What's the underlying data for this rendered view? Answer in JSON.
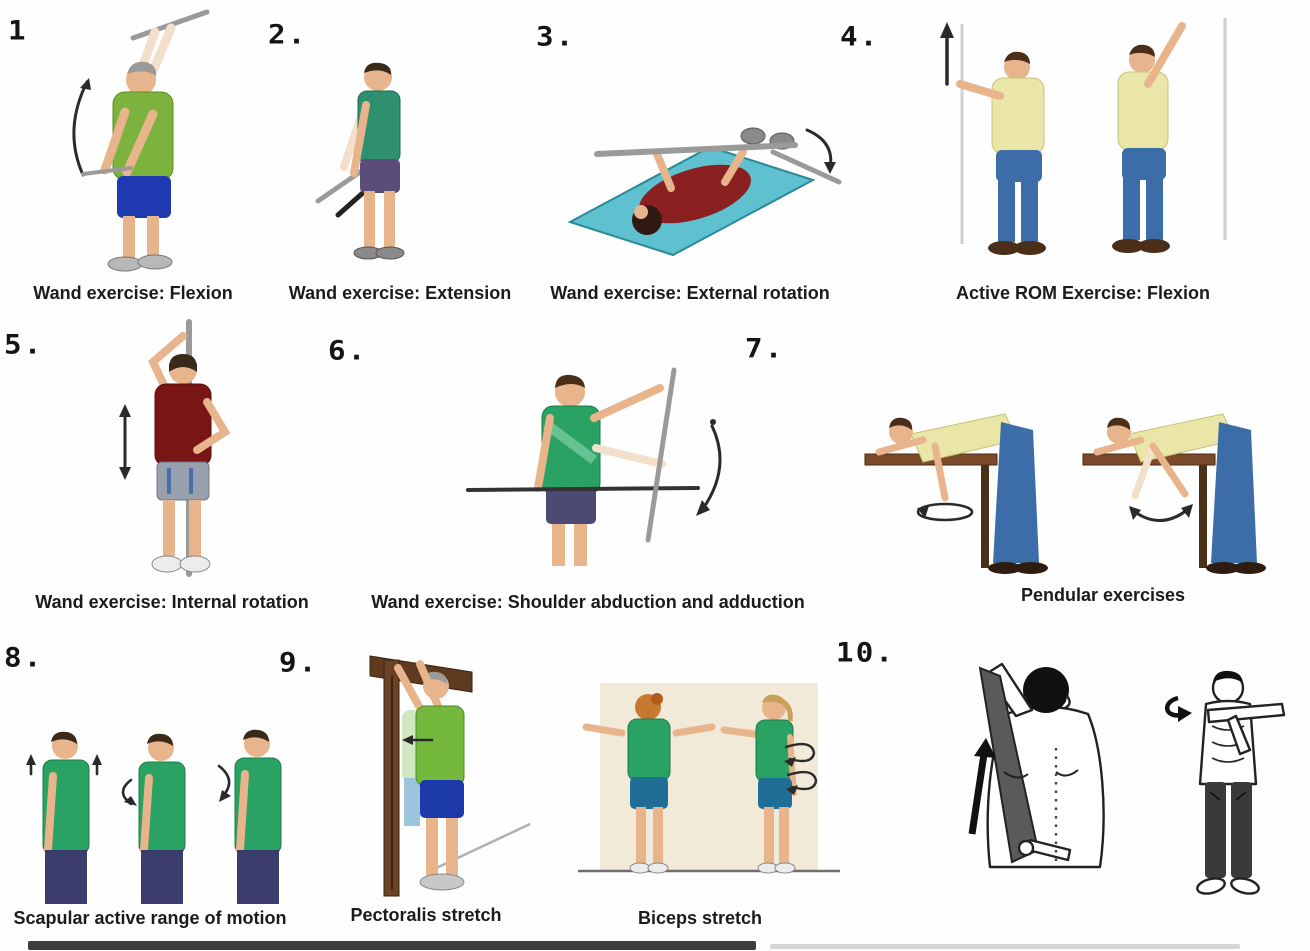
{
  "figure": {
    "description": "Shoulder rehabilitation exercise chart with ten numbered illustrated exercises",
    "background": "#fefefe",
    "panels": [
      {
        "number": "1",
        "caption": "Wand exercise: Flexion"
      },
      {
        "number": "2.",
        "caption": "Wand exercise: Extension"
      },
      {
        "number": "3.",
        "caption": "Wand exercise: External rotation"
      },
      {
        "number": "4.",
        "caption": "Active ROM Exercise: Flexion"
      },
      {
        "number": "5.",
        "caption": "Wand exercise: Internal rotation"
      },
      {
        "number": "6.",
        "caption": "Wand exercise: Shoulder abduction and adduction"
      },
      {
        "number": "7.",
        "caption": "Pendular exercises"
      },
      {
        "number": "8.",
        "caption": "Scapular active range of motion"
      },
      {
        "number": "9.",
        "caption": "Pectoralis stretch"
      },
      {
        "number": "",
        "caption": "Biceps stretch"
      },
      {
        "number": "10.",
        "caption": ""
      }
    ],
    "colors": {
      "green_tshirt": "#7cb23e",
      "teal_tank": "#2f9070",
      "green_tank": "#2aa263",
      "maroon_shirt": "#8b2020",
      "dark_maroon_tank": "#7a1515",
      "pale_yellow_shirt": "#e9e6a8",
      "jeans_blue": "#3c6da8",
      "royal_blue_shorts": "#1f3ab0",
      "purple_shorts": "#5a4d7a",
      "navy_shorts": "#3c3c6e",
      "gray_shorts": "#98a0ae",
      "teal_mat": "#5fc0d0",
      "teal_shorts": "#1f6e96",
      "wood_brown": "#6b4226",
      "skin": "#e8b48c",
      "ink": "#1b1b1b"
    }
  }
}
